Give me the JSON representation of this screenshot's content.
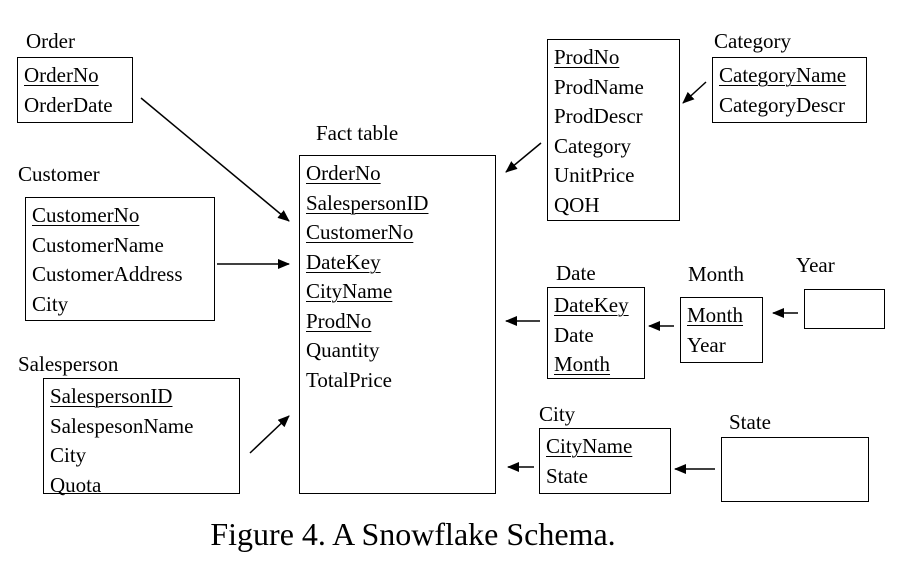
{
  "tables": [
    {
      "id": "order",
      "title": "Order",
      "attributes": [
        {
          "name": "OrderNo",
          "key": true
        },
        {
          "name": "OrderDate",
          "key": false
        }
      ]
    },
    {
      "id": "customer",
      "title": "Customer",
      "attributes": [
        {
          "name": "CustomerNo",
          "key": true
        },
        {
          "name": "CustomerName",
          "key": false
        },
        {
          "name": "CustomerAddress",
          "key": false
        },
        {
          "name": "City",
          "key": false
        }
      ]
    },
    {
      "id": "salesperson",
      "title": "Salesperson",
      "attributes": [
        {
          "name": "SalespersonID",
          "key": true
        },
        {
          "name": "SalespesonName",
          "key": false
        },
        {
          "name": "City",
          "key": false
        },
        {
          "name": "Quota",
          "key": false
        }
      ]
    },
    {
      "id": "fact",
      "title": "Fact table",
      "attributes": [
        {
          "name": "OrderNo",
          "key": true
        },
        {
          "name": "SalespersonID",
          "key": true
        },
        {
          "name": "CustomerNo",
          "key": true
        },
        {
          "name": "DateKey",
          "key": true
        },
        {
          "name": "CityName",
          "key": true
        },
        {
          "name": "ProdNo",
          "key": true
        },
        {
          "name": "Quantity",
          "key": false
        },
        {
          "name": "TotalPrice",
          "key": false
        }
      ]
    },
    {
      "id": "product",
      "title": "",
      "attributes": [
        {
          "name": "ProdNo",
          "key": true
        },
        {
          "name": "ProdName",
          "key": false
        },
        {
          "name": "ProdDescr",
          "key": false
        },
        {
          "name": "Category",
          "key": false
        },
        {
          "name": "UnitPrice",
          "key": false
        },
        {
          "name": "QOH",
          "key": false
        }
      ]
    },
    {
      "id": "category",
      "title": "Category",
      "attributes": [
        {
          "name": "CategoryName",
          "key": true
        },
        {
          "name": "CategoryDescr",
          "key": false
        }
      ]
    },
    {
      "id": "date",
      "title": "Date",
      "attributes": [
        {
          "name": "DateKey",
          "key": true
        },
        {
          "name": "Date",
          "key": false
        },
        {
          "name": "Month",
          "key": true
        }
      ]
    },
    {
      "id": "month",
      "title": "Month",
      "attributes": [
        {
          "name": "Month",
          "key": true
        },
        {
          "name": "Year",
          "key": false
        }
      ]
    },
    {
      "id": "year",
      "title": "Year",
      "attributes": []
    },
    {
      "id": "city",
      "title": "City",
      "attributes": [
        {
          "name": "CityName",
          "key": true
        },
        {
          "name": "State",
          "key": false
        }
      ]
    },
    {
      "id": "state",
      "title": "State",
      "attributes": []
    }
  ],
  "relationships": [
    {
      "from": "order",
      "to": "fact"
    },
    {
      "from": "customer",
      "to": "fact"
    },
    {
      "from": "salesperson",
      "to": "fact"
    },
    {
      "from": "product",
      "to": "fact"
    },
    {
      "from": "category",
      "to": "product"
    },
    {
      "from": "date",
      "to": "fact"
    },
    {
      "from": "month",
      "to": "date"
    },
    {
      "from": "year",
      "to": "month"
    },
    {
      "from": "city",
      "to": "fact"
    },
    {
      "from": "state",
      "to": "city"
    }
  ],
  "caption": "Figure 4. A Snowflake Schema."
}
